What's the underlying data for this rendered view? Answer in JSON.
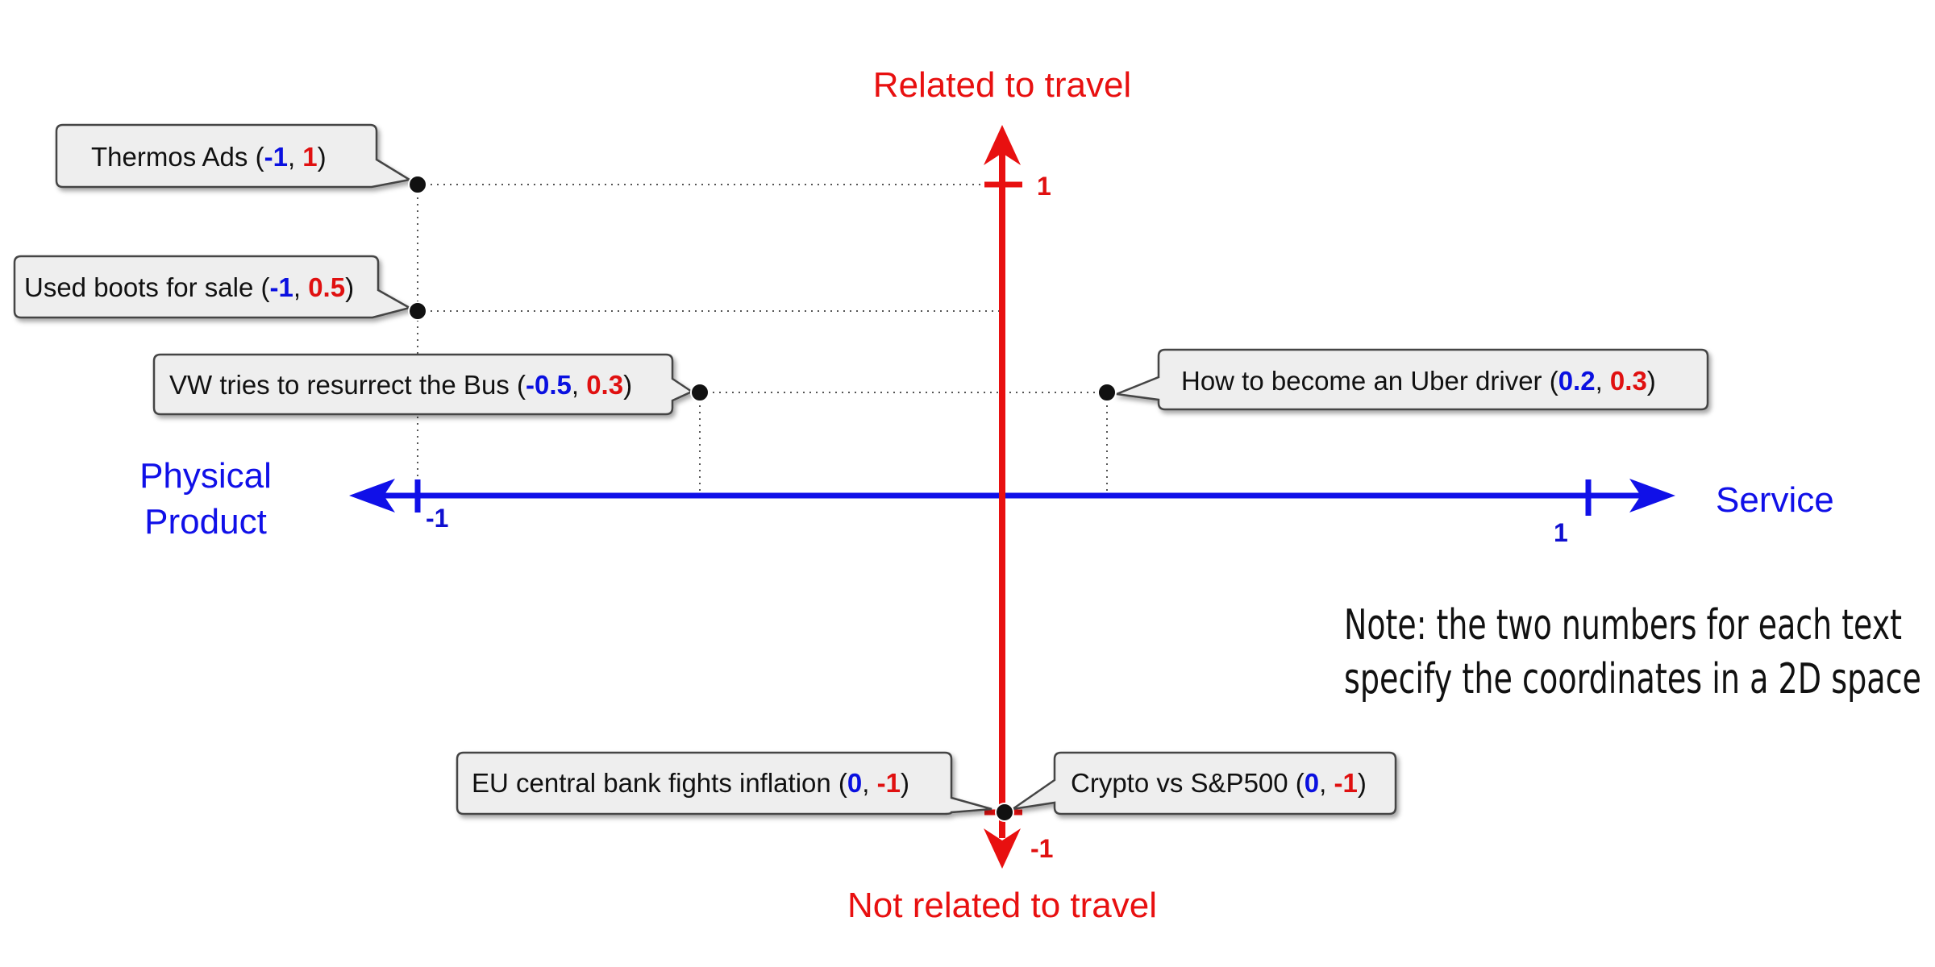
{
  "vertical_axis": {
    "top_label": "Related to travel",
    "bottom_label": "Not related to travel",
    "top_tick": "1",
    "bottom_tick": "-1",
    "color": "#e81010"
  },
  "horizontal_axis": {
    "left_label_line1": "Physical",
    "left_label_line2": "Product",
    "right_label": "Service",
    "left_tick": "-1",
    "right_tick": "1",
    "color": "#1010e8"
  },
  "points": [
    {
      "text": "Thermos Ads",
      "x": "-1",
      "y": "1"
    },
    {
      "text": "Used boots for sale",
      "x": "-1",
      "y": "0.5"
    },
    {
      "text": "VW tries to resurrect the Bus",
      "x": "-0.5",
      "y": "0.3"
    },
    {
      "text": "How to become an Uber driver",
      "x": "0.2",
      "y": "0.3"
    },
    {
      "text": "EU central bank fights inflation",
      "x": "0",
      "y": "-1"
    },
    {
      "text": "Crypto vs S&P500",
      "x": "0",
      "y": "-1"
    }
  ],
  "note": {
    "line1": "Note: the two numbers for each text",
    "line2": "specify the coordinates in a 2D space"
  }
}
